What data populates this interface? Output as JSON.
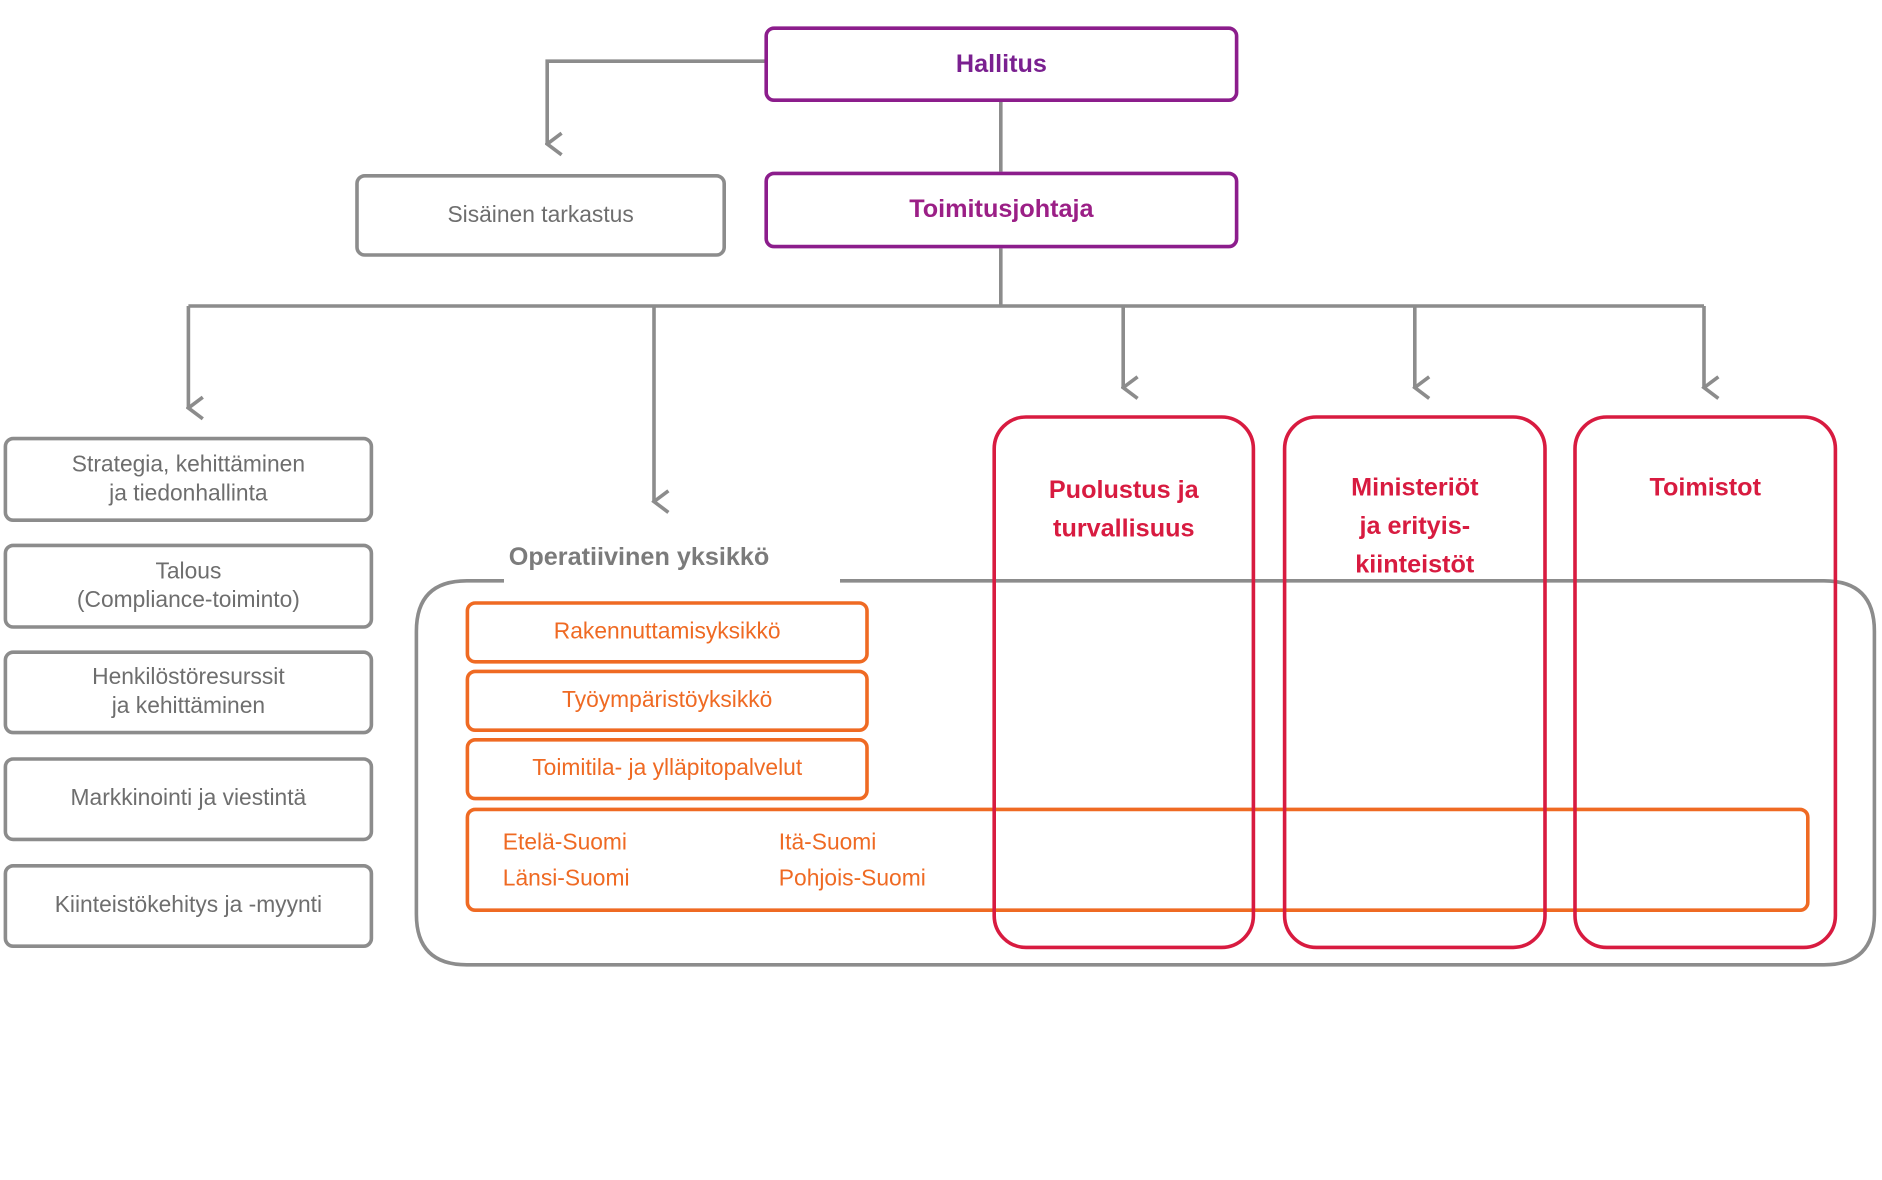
{
  "diagram": {
    "board": "Hallitus",
    "ceo": "Toimitusjohtaja",
    "internal_audit": "Sisäinen tarkastus",
    "support_functions": [
      "Strategia, kehittäminen\nja tiedonhallinta",
      "Talous\n(Compliance-toiminto)",
      "Henkilöstöresurssit\nja kehittäminen",
      "Markkinointi ja viestintä",
      "Kiinteistökehitys ja -myynti"
    ],
    "operative_unit": {
      "title": "Operatiivinen yksikkö",
      "units": [
        "Rakennuttamisyksikkö",
        "Työympäristöyksikkö",
        "Toimitila- ja ylläpitopalvelut"
      ],
      "regions_left": "Etelä-Suomi\nLänsi-Suomi",
      "regions_right": "Itä-Suomi\nPohjois-Suomi"
    },
    "customer_units": [
      "Puolustus ja\nturvallisuus",
      "Ministeriöt\nja erityis-\nkiinteistöt",
      "Toimistot"
    ],
    "colors": {
      "board": "#8c1d8c",
      "gray": "#8c8c8c",
      "orange": "#ef6a23",
      "red": "#d81b40"
    }
  }
}
